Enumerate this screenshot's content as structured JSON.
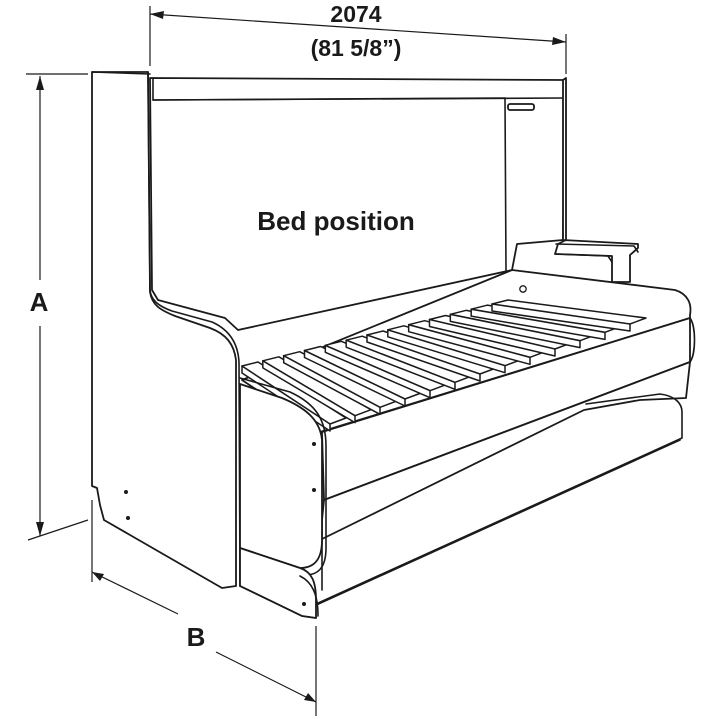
{
  "labels": {
    "width_mm": "2074",
    "width_in": "(81 5/8”)",
    "caption": "Bed position",
    "dim_height": "A",
    "dim_depth": "B"
  }
}
